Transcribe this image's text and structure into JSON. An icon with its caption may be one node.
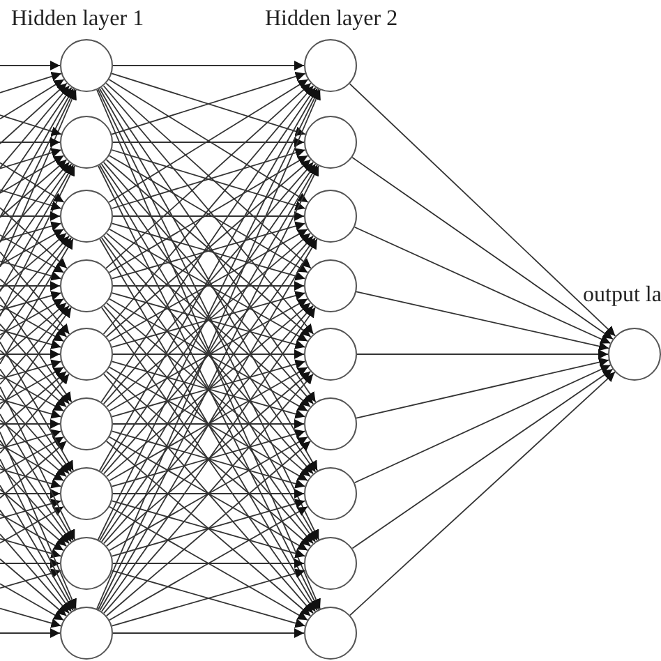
{
  "diagram": {
    "nodes": [
      {
        "text": [],
        "shape": "circle"
      },
      {
        "text": [],
        "shape": "circle"
      },
      {
        "text": [],
        "shape": "circle"
      },
      {
        "text": [],
        "shape": "circle"
      },
      {
        "text": [],
        "shape": "circle"
      },
      {
        "text": [],
        "shape": "circle"
      },
      {
        "text": [],
        "shape": "circle"
      },
      {
        "text": [],
        "shape": "circle"
      },
      {
        "text": [],
        "shape": "circle"
      },
      {
        "text": [],
        "shape": "circle"
      },
      {
        "text": [],
        "shape": "circle"
      },
      {
        "text": [],
        "shape": "circle"
      },
      {
        "text": [],
        "shape": "circle"
      },
      {
        "text": [],
        "shape": "circle"
      },
      {
        "text": [],
        "shape": "circle"
      },
      {
        "text": [],
        "shape": "circle"
      },
      {
        "text": [],
        "shape": "circle"
      },
      {
        "text": [],
        "shape": "circle"
      },
      {
        "text": [],
        "shape": "circle"
      }
    ],
    "edges": [
      {
        "from": null,
        "to": 0,
        "arrow": "to"
      },
      {
        "from": null,
        "to": 0,
        "arrow": "to"
      },
      {
        "from": null,
        "to": 0,
        "arrow": "to"
      },
      {
        "from": null,
        "to": 0,
        "arrow": "to"
      },
      {
        "from": null,
        "to": 0,
        "arrow": "to"
      },
      {
        "from": null,
        "to": 0,
        "arrow": "to"
      },
      {
        "from": null,
        "to": 0,
        "arrow": "to"
      },
      {
        "from": null,
        "to": 0,
        "arrow": "to"
      },
      {
        "from": null,
        "to": 0,
        "arrow": "to"
      },
      {
        "from": null,
        "to": 1,
        "arrow": "to"
      },
      {
        "from": null,
        "to": 1,
        "arrow": "to"
      },
      {
        "from": null,
        "to": 1,
        "arrow": "to"
      },
      {
        "from": null,
        "to": 1,
        "arrow": "to"
      },
      {
        "from": null,
        "to": 1,
        "arrow": "to"
      },
      {
        "from": null,
        "to": 1,
        "arrow": "to"
      },
      {
        "from": null,
        "to": 1,
        "arrow": "to"
      },
      {
        "from": null,
        "to": 1,
        "arrow": "to"
      },
      {
        "from": null,
        "to": 1,
        "arrow": "to"
      },
      {
        "from": null,
        "to": 2,
        "arrow": "to"
      },
      {
        "from": null,
        "to": 2,
        "arrow": "to"
      },
      {
        "from": null,
        "to": 2,
        "arrow": "to"
      },
      {
        "from": null,
        "to": 2,
        "arrow": "to"
      },
      {
        "from": null,
        "to": 2,
        "arrow": "to"
      },
      {
        "from": null,
        "to": 2,
        "arrow": "to"
      },
      {
        "from": null,
        "to": 2,
        "arrow": "to"
      },
      {
        "from": null,
        "to": 2,
        "arrow": "to"
      },
      {
        "from": null,
        "to": 2,
        "arrow": "to"
      },
      {
        "from": null,
        "to": 3,
        "arrow": "to"
      },
      {
        "from": null,
        "to": 3,
        "arrow": "to"
      },
      {
        "from": null,
        "to": 3,
        "arrow": "to"
      },
      {
        "from": null,
        "to": 3,
        "arrow": "to"
      },
      {
        "from": null,
        "to": 3,
        "arrow": "to"
      },
      {
        "from": null,
        "to": 3,
        "arrow": "to"
      },
      {
        "from": null,
        "to": 3,
        "arrow": "to"
      },
      {
        "from": null,
        "to": 3,
        "arrow": "to"
      },
      {
        "from": null,
        "to": 3,
        "arrow": "to"
      },
      {
        "from": null,
        "to": 4,
        "arrow": "to"
      },
      {
        "from": null,
        "to": 4,
        "arrow": "to"
      },
      {
        "from": null,
        "to": 4,
        "arrow": "to"
      },
      {
        "from": null,
        "to": 4,
        "arrow": "to"
      },
      {
        "from": null,
        "to": 4,
        "arrow": "to"
      },
      {
        "from": null,
        "to": 4,
        "arrow": "to"
      },
      {
        "from": null,
        "to": 4,
        "arrow": "to"
      },
      {
        "from": null,
        "to": 4,
        "arrow": "to"
      },
      {
        "from": null,
        "to": 4,
        "arrow": "to"
      },
      {
        "from": null,
        "to": 5,
        "arrow": "to"
      },
      {
        "from": null,
        "to": 5,
        "arrow": "to"
      },
      {
        "from": null,
        "to": 5,
        "arrow": "to"
      },
      {
        "from": null,
        "to": 5,
        "arrow": "to"
      },
      {
        "from": null,
        "to": 5,
        "arrow": "to"
      },
      {
        "from": null,
        "to": 5,
        "arrow": "to"
      },
      {
        "from": null,
        "to": 5,
        "arrow": "to"
      },
      {
        "from": null,
        "to": 5,
        "arrow": "to"
      },
      {
        "from": null,
        "to": 5,
        "arrow": "to"
      },
      {
        "from": null,
        "to": 6,
        "arrow": "to"
      },
      {
        "from": null,
        "to": 6,
        "arrow": "to"
      },
      {
        "from": null,
        "to": 6,
        "arrow": "to"
      },
      {
        "from": null,
        "to": 6,
        "arrow": "to"
      },
      {
        "from": null,
        "to": 6,
        "arrow": "to"
      },
      {
        "from": null,
        "to": 6,
        "arrow": "to"
      },
      {
        "from": null,
        "to": 6,
        "arrow": "to"
      },
      {
        "from": null,
        "to": 6,
        "arrow": "to"
      },
      {
        "from": null,
        "to": 6,
        "arrow": "to"
      },
      {
        "from": null,
        "to": 7,
        "arrow": "to"
      },
      {
        "from": null,
        "to": 7,
        "arrow": "to"
      },
      {
        "from": null,
        "to": 7,
        "arrow": "to"
      },
      {
        "from": null,
        "to": 7,
        "arrow": "to"
      },
      {
        "from": null,
        "to": 7,
        "arrow": "to"
      },
      {
        "from": null,
        "to": 7,
        "arrow": "to"
      },
      {
        "from": null,
        "to": 7,
        "arrow": "to"
      },
      {
        "from": null,
        "to": 7,
        "arrow": "to"
      },
      {
        "from": null,
        "to": 7,
        "arrow": "to"
      },
      {
        "from": null,
        "to": 8,
        "arrow": "to"
      },
      {
        "from": null,
        "to": 8,
        "arrow": "to"
      },
      {
        "from": null,
        "to": 8,
        "arrow": "to"
      },
      {
        "from": null,
        "to": 8,
        "arrow": "to"
      },
      {
        "from": null,
        "to": 8,
        "arrow": "to"
      },
      {
        "from": null,
        "to": 8,
        "arrow": "to"
      },
      {
        "from": null,
        "to": 8,
        "arrow": "to"
      },
      {
        "from": null,
        "to": 8,
        "arrow": "to"
      },
      {
        "from": null,
        "to": 8,
        "arrow": "to"
      },
      {
        "from": 0,
        "to": 9,
        "arrow": "to"
      },
      {
        "from": 0,
        "to": 10,
        "arrow": "to"
      },
      {
        "from": 0,
        "to": 11,
        "arrow": "to"
      },
      {
        "from": 0,
        "to": 12,
        "arrow": "to"
      },
      {
        "from": 0,
        "to": 13,
        "arrow": "to"
      },
      {
        "from": 0,
        "to": 14,
        "arrow": "to"
      },
      {
        "from": 0,
        "to": 15,
        "arrow": "to"
      },
      {
        "from": 0,
        "to": 16,
        "arrow": "to"
      },
      {
        "from": 0,
        "to": 17,
        "arrow": "to"
      },
      {
        "from": 1,
        "to": 9,
        "arrow": "to"
      },
      {
        "from": 1,
        "to": 10,
        "arrow": "to"
      },
      {
        "from": 1,
        "to": 11,
        "arrow": "to"
      },
      {
        "from": 1,
        "to": 12,
        "arrow": "to"
      },
      {
        "from": 1,
        "to": 13,
        "arrow": "to"
      },
      {
        "from": 1,
        "to": 14,
        "arrow": "to"
      },
      {
        "from": 1,
        "to": 15,
        "arrow": "to"
      },
      {
        "from": 1,
        "to": 16,
        "arrow": "to"
      },
      {
        "from": 1,
        "to": 17,
        "arrow": "to"
      },
      {
        "from": 2,
        "to": 9,
        "arrow": "to"
      },
      {
        "from": 2,
        "to": 10,
        "arrow": "to"
      },
      {
        "from": 2,
        "to": 11,
        "arrow": "to"
      },
      {
        "from": 2,
        "to": 12,
        "arrow": "to"
      },
      {
        "from": 2,
        "to": 13,
        "arrow": "to"
      },
      {
        "from": 2,
        "to": 14,
        "arrow": "to"
      },
      {
        "from": 2,
        "to": 15,
        "arrow": "to"
      },
      {
        "from": 2,
        "to": 16,
        "arrow": "to"
      },
      {
        "from": 2,
        "to": 17,
        "arrow": "to"
      },
      {
        "from": 3,
        "to": 9,
        "arrow": "to"
      },
      {
        "from": 3,
        "to": 10,
        "arrow": "to"
      },
      {
        "from": 3,
        "to": 11,
        "arrow": "to"
      },
      {
        "from": 3,
        "to": 12,
        "arrow": "to"
      },
      {
        "from": 3,
        "to": 13,
        "arrow": "to"
      },
      {
        "from": 3,
        "to": 14,
        "arrow": "to"
      },
      {
        "from": 3,
        "to": 15,
        "arrow": "to"
      },
      {
        "from": 3,
        "to": 16,
        "arrow": "to"
      },
      {
        "from": 3,
        "to": 17,
        "arrow": "to"
      },
      {
        "from": 4,
        "to": 9,
        "arrow": "to"
      },
      {
        "from": 4,
        "to": 10,
        "arrow": "to"
      },
      {
        "from": 4,
        "to": 11,
        "arrow": "to"
      },
      {
        "from": 4,
        "to": 12,
        "arrow": "to"
      },
      {
        "from": 4,
        "to": 13,
        "arrow": "to"
      },
      {
        "from": 4,
        "to": 14,
        "arrow": "to"
      },
      {
        "from": 4,
        "to": 15,
        "arrow": "to"
      },
      {
        "from": 4,
        "to": 16,
        "arrow": "to"
      },
      {
        "from": 4,
        "to": 17,
        "arrow": "to"
      },
      {
        "from": 5,
        "to": 9,
        "arrow": "to"
      },
      {
        "from": 5,
        "to": 10,
        "arrow": "to"
      },
      {
        "from": 5,
        "to": 11,
        "arrow": "to"
      },
      {
        "from": 5,
        "to": 12,
        "arrow": "to"
      },
      {
        "from": 5,
        "to": 13,
        "arrow": "to"
      },
      {
        "from": 5,
        "to": 14,
        "arrow": "to"
      },
      {
        "from": 5,
        "to": 15,
        "arrow": "to"
      },
      {
        "from": 5,
        "to": 16,
        "arrow": "to"
      },
      {
        "from": 5,
        "to": 17,
        "arrow": "to"
      },
      {
        "from": 6,
        "to": 9,
        "arrow": "to"
      },
      {
        "from": 6,
        "to": 10,
        "arrow": "to"
      },
      {
        "from": 6,
        "to": 11,
        "arrow": "to"
      },
      {
        "from": 6,
        "to": 12,
        "arrow": "to"
      },
      {
        "from": 6,
        "to": 13,
        "arrow": "to"
      },
      {
        "from": 6,
        "to": 14,
        "arrow": "to"
      },
      {
        "from": 6,
        "to": 15,
        "arrow": "to"
      },
      {
        "from": 6,
        "to": 16,
        "arrow": "to"
      },
      {
        "from": 6,
        "to": 17,
        "arrow": "to"
      },
      {
        "from": 7,
        "to": 9,
        "arrow": "to"
      },
      {
        "from": 7,
        "to": 10,
        "arrow": "to"
      },
      {
        "from": 7,
        "to": 11,
        "arrow": "to"
      },
      {
        "from": 7,
        "to": 12,
        "arrow": "to"
      },
      {
        "from": 7,
        "to": 13,
        "arrow": "to"
      },
      {
        "from": 7,
        "to": 14,
        "arrow": "to"
      },
      {
        "from": 7,
        "to": 15,
        "arrow": "to"
      },
      {
        "from": 7,
        "to": 16,
        "arrow": "to"
      },
      {
        "from": 7,
        "to": 17,
        "arrow": "to"
      },
      {
        "from": 8,
        "to": 9,
        "arrow": "to"
      },
      {
        "from": 8,
        "to": 10,
        "arrow": "to"
      },
      {
        "from": 8,
        "to": 11,
        "arrow": "to"
      },
      {
        "from": 8,
        "to": 12,
        "arrow": "to"
      },
      {
        "from": 8,
        "to": 13,
        "arrow": "to"
      },
      {
        "from": 8,
        "to": 14,
        "arrow": "to"
      },
      {
        "from": 8,
        "to": 15,
        "arrow": "to"
      },
      {
        "from": 8,
        "to": 16,
        "arrow": "to"
      },
      {
        "from": 8,
        "to": 17,
        "arrow": "to"
      },
      {
        "from": 9,
        "to": 18,
        "arrow": "to"
      },
      {
        "from": 10,
        "to": 18,
        "arrow": "to"
      },
      {
        "from": 11,
        "to": 18,
        "arrow": "to"
      },
      {
        "from": 12,
        "to": 18,
        "arrow": "to"
      },
      {
        "from": 13,
        "to": 18,
        "arrow": "to"
      },
      {
        "from": 14,
        "to": 18,
        "arrow": "to"
      },
      {
        "from": 15,
        "to": 18,
        "arrow": "to"
      },
      {
        "from": 16,
        "to": 18,
        "arrow": "to"
      },
      {
        "from": 17,
        "to": 18,
        "arrow": "to"
      }
    ],
    "labels": [
      "Hidden layer 1",
      "Hidden layer 2",
      "output la"
    ]
  }
}
